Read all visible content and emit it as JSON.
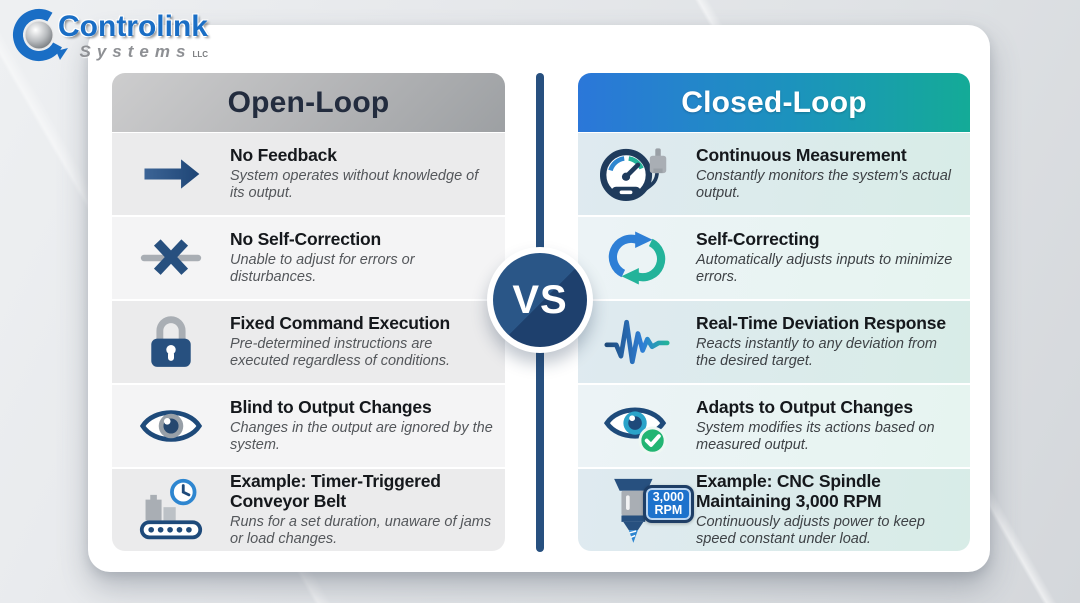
{
  "logo": {
    "brand": "Controlink",
    "sub": "Systems",
    "suffix": "LLC"
  },
  "vs_badge": "VS",
  "colors": {
    "navy": "#27507f",
    "blue": "#2e86d0",
    "teal": "#14ab97",
    "open_header_bg": "#b3b4b6",
    "closed_header_gradient_start": "#2b77d9",
    "closed_header_gradient_end": "#14ab97",
    "brand_blue": "#1a6ec5"
  },
  "columns": {
    "open_loop": {
      "title": "Open-Loop",
      "rows": [
        {
          "icon": "arrow-right-icon",
          "title": "No Feedback",
          "desc": "System operates without knowledge of its output."
        },
        {
          "icon": "no-self-correction-icon",
          "title": "No Self-Correction",
          "desc": "Unable to adjust for errors or disturbances."
        },
        {
          "icon": "lock-icon",
          "title": "Fixed Command Execution",
          "desc": "Pre-determined instructions are executed regardless of conditions."
        },
        {
          "icon": "blind-eye-icon",
          "title": "Blind to Output Changes",
          "desc": "Changes in the output are ignored by the system."
        },
        {
          "icon": "conveyor-belt-clock-icon",
          "title": "Example: Timer-Triggered Conveyor Belt",
          "desc": "Runs for a set duration, unaware of jams or load changes."
        }
      ]
    },
    "closed_loop": {
      "title": "Closed-Loop",
      "rows": [
        {
          "icon": "gauge-sensor-icon",
          "title": "Continuous Measurement",
          "desc": "Constantly monitors the system's actual output."
        },
        {
          "icon": "cycle-arrows-icon",
          "title": "Self-Correcting",
          "desc": "Automatically adjusts inputs to minimize errors."
        },
        {
          "icon": "waveform-icon",
          "title": "Real-Time Deviation Response",
          "desc": "Reacts instantly to any deviation from the desired target."
        },
        {
          "icon": "eye-check-icon",
          "title": "Adapts to Output Changes",
          "desc": "System modifies its actions based on measured output."
        },
        {
          "icon": "cnc-spindle-icon",
          "title": "Example: CNC Spindle Maintaining 3,000 RPM",
          "desc": "Continuously adjusts power to keep speed constant under load.",
          "badge_line1": "3,000",
          "badge_line2": "RPM"
        }
      ]
    }
  }
}
